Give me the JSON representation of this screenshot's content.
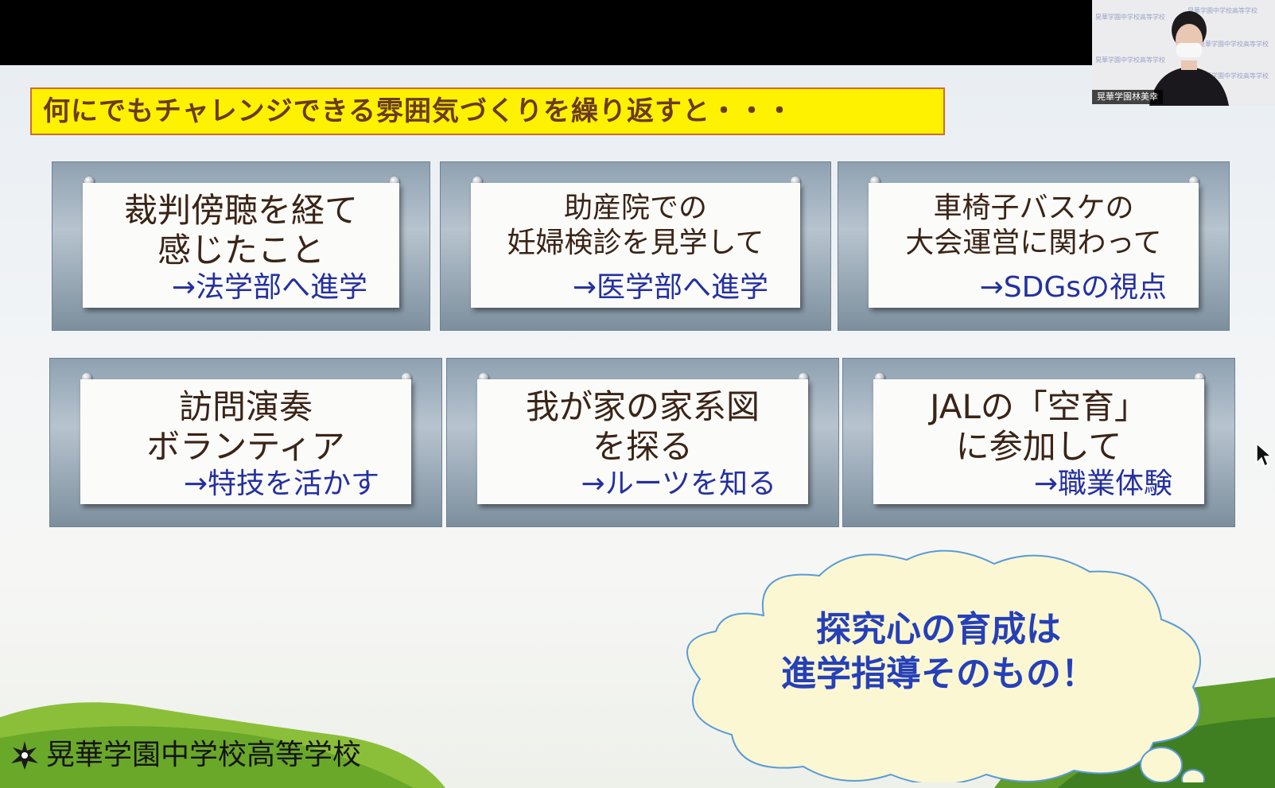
{
  "slide": {
    "headline": "何にでもチャレンジできる雰囲気づくりを繰り返すと・・・",
    "cards": [
      {
        "title": "裁判傍聴を経て\n感じたこと",
        "sub": "→法学部へ進学"
      },
      {
        "title": "助産院での\n妊婦検診を見学して",
        "sub": "→医学部へ進学"
      },
      {
        "title": "車椅子バスケの\n大会運営に関わって",
        "sub": "→SDGsの視点"
      },
      {
        "title": "訪問演奏\nボランティア",
        "sub": "→特技を活かす"
      },
      {
        "title": "我が家の家系図\nを探る",
        "sub": "→ルーツを知る"
      },
      {
        "title": "JALの「空育」\nに参加して",
        "sub": "→職業体験"
      }
    ],
    "cloud_text": "探究心の育成は\n進学指導そのもの！",
    "school_name": "晃華学園中学校高等学校"
  },
  "webcam": {
    "name_label": "晃華学園林美幸",
    "backdrop_text": "晃華学園中学校高等学校"
  },
  "colors": {
    "headline_bg": "#fff200",
    "headline_text": "#6b3a1e",
    "card_title": "#3a2416",
    "card_sub": "#2430a0",
    "cloud_fill": "#fbf7d2",
    "cloud_text": "#2640b8"
  },
  "icons": [
    "school-logo-icon",
    "mouse-cursor-icon",
    "thumbtack-pin-icon"
  ]
}
